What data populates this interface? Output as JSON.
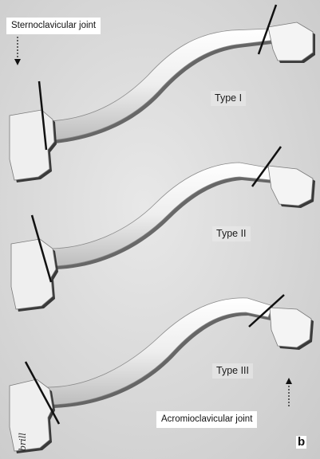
{
  "labels": {
    "sternoclavicular": "Sternoclavicular joint",
    "acromioclavicular": "Acromioclavicular joint"
  },
  "types": [
    {
      "label": "Type I"
    },
    {
      "label": "Type II"
    },
    {
      "label": "Type III"
    }
  ],
  "panel_letter": "b",
  "signature": "brill",
  "colors": {
    "background": "#d9d9d9",
    "bone_fill": "#f2f2f2",
    "bone_shadow": "#4a4a4a",
    "marker": "#111111",
    "label_box": "#ffffff"
  }
}
